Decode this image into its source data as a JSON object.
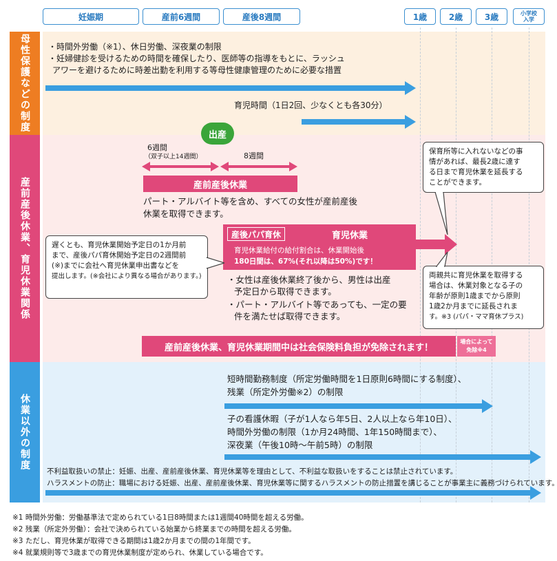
{
  "timeline": {
    "pregnancy": "妊娠期",
    "prenatal6": "産前6週間",
    "postnatal8": "産後8週間",
    "age1": "1歳",
    "age2": "2歳",
    "age3": "3歳",
    "school_line1": "小学校",
    "school_line2": "入学"
  },
  "sections": {
    "maternal": {
      "label": "母性保護などの制度",
      "line1": "・時間外労働（※1）、休日労働、深夜業の制限",
      "line2": "・妊婦健診を受けるための時間を確保したり、医師等の指導をもとに、ラッシュ",
      "line3": "アワーを避けるために時差出勤を利用する等母性健康管理のために必要な措置",
      "childcare_time": "育児時間（1日2回、少なくとも各30分）"
    },
    "leave": {
      "label": "産前産後休業、育児休業関係",
      "birth": "出産",
      "pre6": "6週間",
      "pre6_note": "（双子以上14週間）",
      "post8": "8週間",
      "maternity_leave": "産前産後休業",
      "maternity_desc1": "パート・アルバイト等を含め、すべての女性が産前産後",
      "maternity_desc2": "休業を取得できます。",
      "papa_leave": "産後パパ育休",
      "childcare_leave": "育児休業",
      "benefit1": "育児休業給付の給付割合は、休業開始後",
      "benefit2": "180日間は、67%(それ以降は50%)です！",
      "cond1": "・女性は産後休業終了後から、男性は出産",
      "cond2": "予定日から取得できます。",
      "cond3": "・パート・アルバイト等であっても、一定の要",
      "cond4": "件を満たせば取得できます。",
      "left_note1": "遅くとも、育児休業開始予定日の1か月前",
      "left_note2": "まで、産後パパ育休開始予定日の2週間前",
      "left_note3": "(※)までに会社へ育児休業申出書などを",
      "left_note4": "提出します。(※会社により異なる場合があります。)",
      "extend1": "保育所等に入れないなどの事",
      "extend2": "情があれば、最長2歳に達す",
      "extend3": "る日まで育児休業を延長する",
      "extend4": "ことができます。",
      "both1": "両親共に育児休業を取得する",
      "both2": "場合は、休業対象となる子の",
      "both3": "年齢が原則1歳までから原則",
      "both4": "1歳2か月までに延長されま",
      "both5": "す。※3 (パパ・ママ育休プラス)",
      "insurance": "産前産後休業、育児休業期間中は社会保険料負担が免除されます！",
      "case1": "場合によって",
      "case2": "免除※4"
    },
    "other": {
      "label": "休業以外の制度",
      "short1": "短時間勤務制度（所定労働時間を1日原則6時間にする制度）、",
      "short2": "残業（所定外労働※2）の制限",
      "care1": "子の看護休暇（子が1人なら年5日、2人以上なら年10日）、",
      "care2": "時間外労働の制限（1か月24時間、1年150時間まで）、",
      "care3": "深夜業（午後10時～午前5時）の制限",
      "ban1": "不利益取扱いの禁止：妊娠、出産、産前産後休業、育児休業等を理由として、不利益な取扱いをすることは禁止されています。",
      "ban2": "ハラスメントの防止：職場における妊娠、出産、産前産後休業、育児休業等に関するハラスメントの防止措置を講じることが事業主に義務づけられています。"
    }
  },
  "footnotes": [
    "※1 時間外労働：労働基準法で定められている1日8時間または1週間40時間を超える労働。",
    "※2 残業（所定外労働）：会社で決められている始業から終業までの時間を超える労働。",
    "※3 ただし、育児休業が取得できる期間は1歳2か月までの間の1年間です。",
    "※4 就業規則等で3歳までの育児休業制度が定められ、休業している場合です。"
  ],
  "colors": {
    "blue": "#3a9ee0",
    "pink": "#e0487a",
    "orange": "#ee7d22",
    "maternal_bg": "#fdf0e0",
    "leave_bg": "#fdebea",
    "other_bg": "#e3f1fb"
  }
}
